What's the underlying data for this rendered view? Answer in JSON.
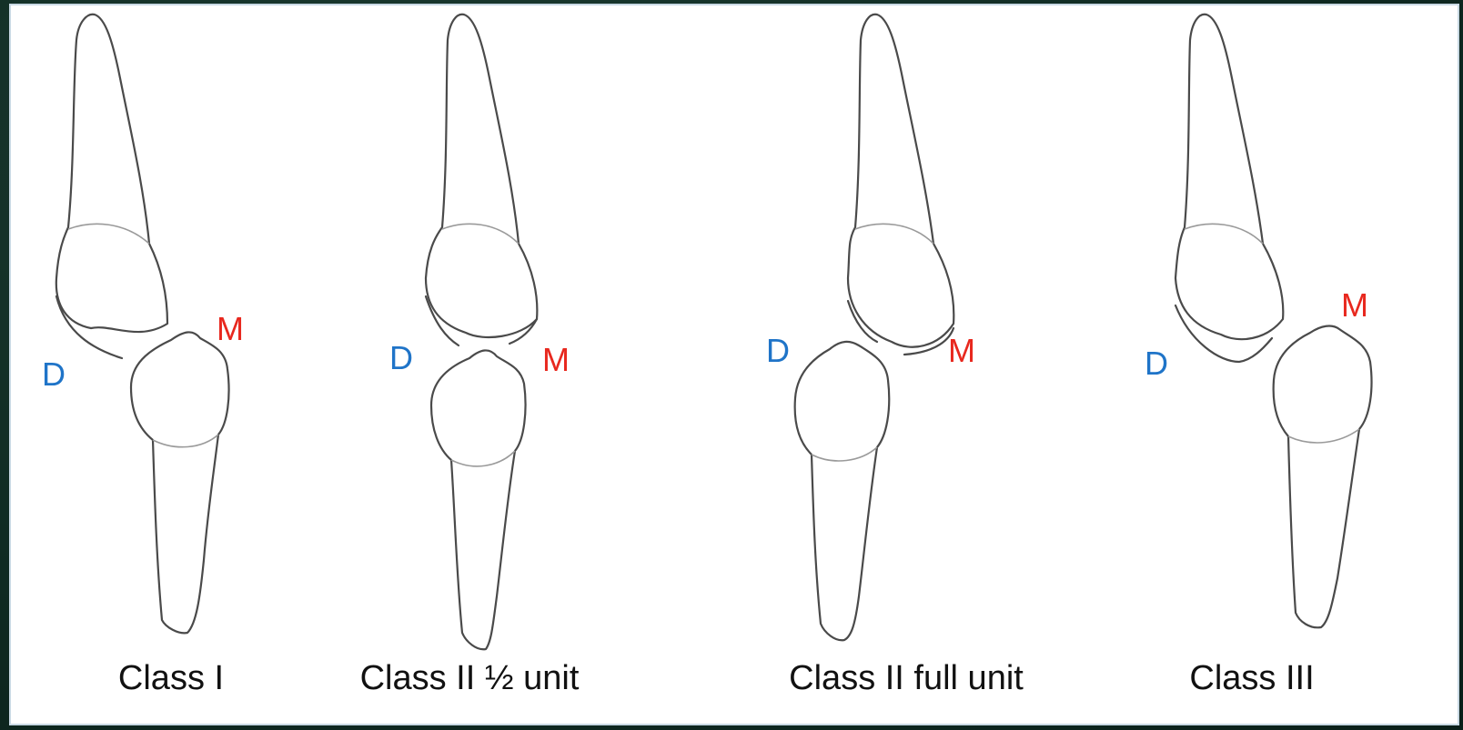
{
  "colors": {
    "distal": "#1f74c8",
    "mesial": "#e8281e",
    "outline": "#4a4a4a",
    "background": "#0f2a22"
  },
  "diagrams": [
    {
      "caption": "Class I",
      "distal_label": "D",
      "mesial_label": "M"
    },
    {
      "caption": "Class II ½ unit",
      "distal_label": "D",
      "mesial_label": "M"
    },
    {
      "caption": "Class II full unit",
      "distal_label": "D",
      "mesial_label": "M"
    },
    {
      "caption": "Class III",
      "distal_label": "D",
      "mesial_label": "M"
    }
  ]
}
